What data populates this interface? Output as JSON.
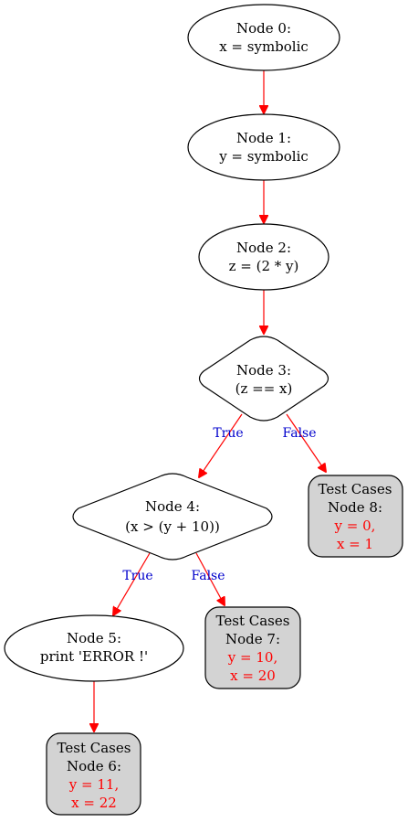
{
  "diagram": {
    "nodes": {
      "n0": {
        "line1": "Node 0:",
        "line2": "x = symbolic"
      },
      "n1": {
        "line1": "Node 1:",
        "line2": "y = symbolic"
      },
      "n2": {
        "line1": "Node 2:",
        "line2": "z = (2 * y)"
      },
      "n3": {
        "line1": "Node 3:",
        "line2": "(z == x)"
      },
      "n4": {
        "line1": "Node 4:",
        "line2": "(x > (y + 10))"
      },
      "n5": {
        "line1": "Node 5:",
        "line2": "print 'ERROR !'"
      },
      "n6": {
        "title": "Test Cases",
        "node": "Node 6:",
        "v1": "y = 11,",
        "v2": "x = 22"
      },
      "n7": {
        "title": "Test Cases",
        "node": "Node 7:",
        "v1": "y = 10,",
        "v2": "x = 20"
      },
      "n8": {
        "title": "Test Cases",
        "node": "Node 8:",
        "v1": "y = 0,",
        "v2": "x = 1"
      }
    },
    "edges": {
      "n3_n4": "True",
      "n3_n8": "False",
      "n4_n5": "True",
      "n4_n7": "False"
    },
    "colors": {
      "edge": "#ff0000",
      "edge_label": "#0000cc",
      "test_fill": "#d3d3d3",
      "test_values": "#ff0000"
    }
  }
}
